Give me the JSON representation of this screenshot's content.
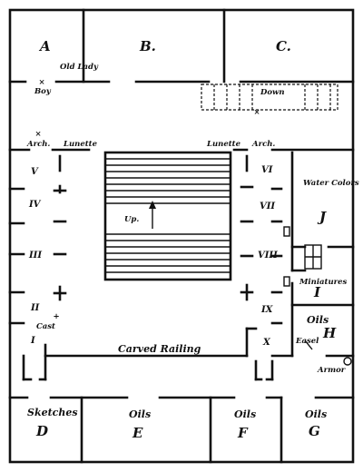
{
  "rooms": {
    "a": "A",
    "b": "B.",
    "c": "C.",
    "d": "D",
    "e": "E",
    "f": "F",
    "g": "G",
    "h": "H",
    "i": "I",
    "j": "J"
  },
  "labels": {
    "old_lady": "Old Lady",
    "boy": "Boy",
    "down": "Down",
    "arch_left": "Arch.",
    "arch_right": "Arch.",
    "lunette_left": "Lunette",
    "lunette_right": "Lunette",
    "up": "Up.",
    "water_colors": "Water Colors",
    "miniatures": "Miniatures",
    "oils_h": "Oils",
    "easel": "Easel",
    "armor": "Armor",
    "carved_railing": "Carved Railing",
    "sketches": "Sketches",
    "oils_e": "Oils",
    "oils_f": "Oils",
    "oils_g": "Oils",
    "cast": "Cast"
  },
  "bays": {
    "left": [
      "V",
      "IV",
      "III",
      "II",
      "I"
    ],
    "right": [
      "VI",
      "VII",
      "VIII",
      "IX",
      "X"
    ]
  }
}
